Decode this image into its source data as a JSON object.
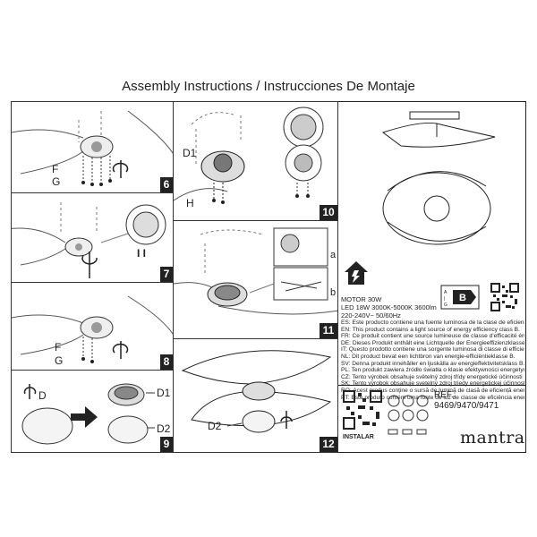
{
  "title": "Assembly Instructions / Instrucciones De Montaje",
  "steps": {
    "s6": {
      "number": "6",
      "label_f": "F",
      "label_g": "G"
    },
    "s7": {
      "number": "7",
      "symbol": "I I"
    },
    "s8": {
      "number": "8",
      "label_f": "F",
      "label_g": "G"
    },
    "s9": {
      "number": "9",
      "label_d": "D",
      "label_d1": "D1",
      "label_d2": "D2"
    },
    "s10": {
      "number": "10",
      "label_d1": "D1",
      "label_h": "H"
    },
    "s11": {
      "number": "11",
      "label_a": "a",
      "label_b": "b"
    },
    "s12": {
      "number": "12",
      "label_d2": "D2"
    }
  },
  "product": {
    "energy_class": "B",
    "specs": [
      "MOTOR 30W",
      "LED 18W 3000K-5000K 3600lm",
      "220-240V~ 50/60Hz"
    ],
    "energy_notes": [
      "ES: Este producto contiene una fuente luminosa de la clase de eficiencia energética B.",
      "EN: This product contains a light source of energy efficiency class B.",
      "FR: Ce produit contient une source lumineuse de classe d'efficacité énergétique B.",
      "DE: Dieses Produkt enthält eine Lichtquelle der Energieeffizienzklasse B.",
      "IT: Questo prodotto contiene una sorgente luminosa di classe di efficienza energetica B.",
      "NL: Dit product bevat een lichtbron van energie-efficiëntieklasse B.",
      "SV: Denna produkt innehåller en ljuskälla av energieffektivitetsklass B.",
      "PL: Ten produkt zawiera źródło światła o klasie efektywności energetycznej B.",
      "CZ: Tento výrobek obsahuje světelný zdroj třídy energetické účinnosti B.",
      "SK: Tento výrobok obsahuje svetelný zdroj triedy energetickej účinnosti B.",
      "RO: Acest produs conține o sursă de lumină de clasă de eficiență energetică B.",
      "PT: Este produto contém uma fonte de luz de classe de eficiência energética B."
    ],
    "ref_label": "REF.:",
    "ref_codes": "9469/9470/9471",
    "instalar": "INSTALAR",
    "brand": "mantra"
  },
  "icons": [
    "remote-control-icon",
    "wifi-icon",
    "dimmable-icon",
    "led-icon",
    "remote-battery-icon",
    "screw-icon",
    "battery-icon",
    "house-energy-icon",
    "qr-code-icon"
  ]
}
